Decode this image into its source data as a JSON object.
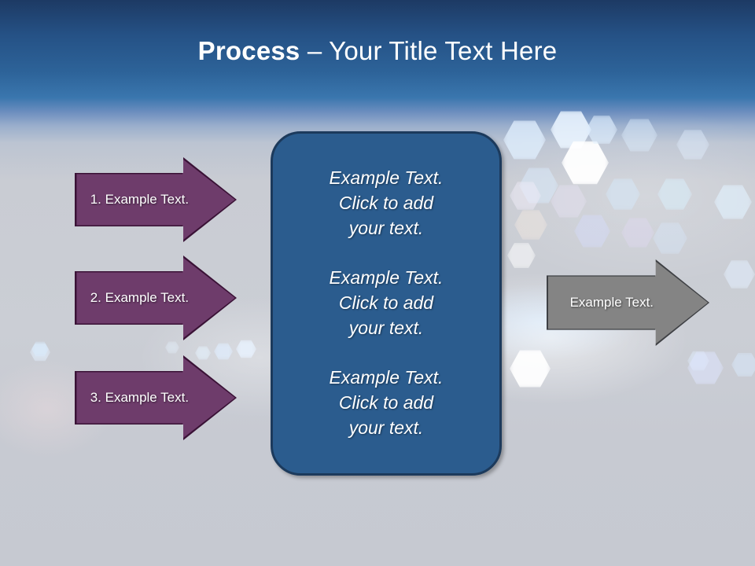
{
  "slide": {
    "title": {
      "bold_part": "Process",
      "rest_part": " – Your Title Text Here",
      "full": "Process – Your Title Text Here"
    },
    "theme": {
      "title_bar_top_color": "#1d3a64",
      "title_bar_bottom_color": "#3a76ae",
      "background_color": "#c9ccd3",
      "purple_accent": "#6e3c6b",
      "purple_outline": "#3a1236",
      "panel_color": "#2b5c8e",
      "panel_outline": "#1c3a5c",
      "gray_accent": "#848484",
      "gray_outline": "#3e4044",
      "text_color": "#ffffff"
    },
    "left_arrows": [
      {
        "label": "1. Example Text."
      },
      {
        "label": "2. Example Text."
      },
      {
        "label": "3. Example Text."
      }
    ],
    "center_panel": {
      "blocks": [
        {
          "line1": "Example Text.",
          "line2": "Click  to add",
          "line3": "your text."
        },
        {
          "line1": "Example Text.",
          "line2": "Click  to add",
          "line3": "your text."
        },
        {
          "line1": "Example Text.",
          "line2": "Click  to add",
          "line3": "your text."
        }
      ]
    },
    "right_arrow": {
      "label": "Example Text."
    }
  }
}
